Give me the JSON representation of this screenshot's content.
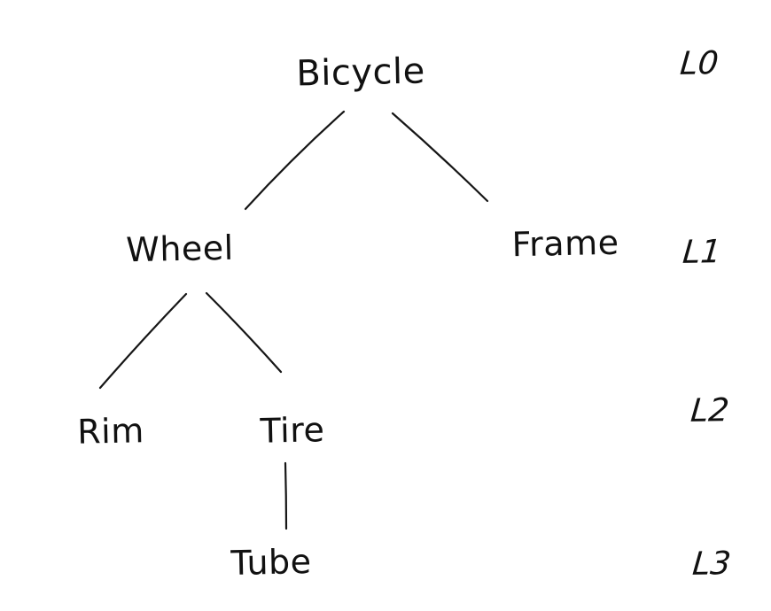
{
  "diagram": {
    "type": "tree",
    "style": "hand-drawn",
    "colors": {
      "ink": "#161616",
      "background": "#ffffff"
    },
    "nodes": {
      "bicycle": {
        "label": "Bicycle",
        "level": "L0"
      },
      "wheel": {
        "label": "Wheel",
        "level": "L1"
      },
      "frame": {
        "label": "Frame",
        "level": "L1"
      },
      "rim": {
        "label": "Rim",
        "level": "L2"
      },
      "tire": {
        "label": "Tire",
        "level": "L2"
      },
      "tube": {
        "label": "Tube",
        "level": "L3"
      }
    },
    "edges": [
      {
        "from": "Bicycle",
        "to": "Wheel"
      },
      {
        "from": "Bicycle",
        "to": "Frame"
      },
      {
        "from": "Wheel",
        "to": "Rim"
      },
      {
        "from": "Wheel",
        "to": "Tire"
      },
      {
        "from": "Tire",
        "to": "Tube"
      }
    ],
    "level_labels": [
      "L0",
      "L1",
      "L2",
      "L3"
    ]
  }
}
